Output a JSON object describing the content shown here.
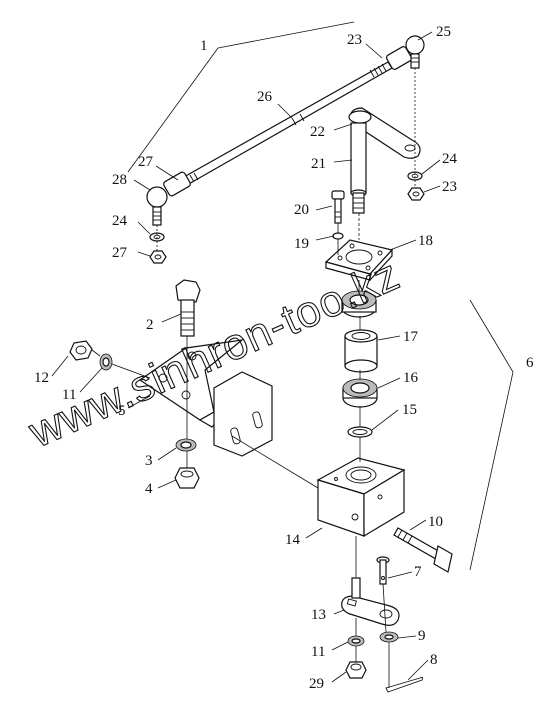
{
  "watermark": "www.sinhron-too.kz",
  "callouts": [
    {
      "id": "c1",
      "label": "1"
    },
    {
      "id": "c23a",
      "label": "23"
    },
    {
      "id": "c25",
      "label": "25"
    },
    {
      "id": "c26",
      "label": "26"
    },
    {
      "id": "c22",
      "label": "22"
    },
    {
      "id": "c27a",
      "label": "27"
    },
    {
      "id": "c28",
      "label": "28"
    },
    {
      "id": "c21",
      "label": "21"
    },
    {
      "id": "c24a",
      "label": "24"
    },
    {
      "id": "c23b",
      "label": "23"
    },
    {
      "id": "c20",
      "label": "20"
    },
    {
      "id": "c24b",
      "label": "24"
    },
    {
      "id": "c19",
      "label": "19"
    },
    {
      "id": "c18",
      "label": "18"
    },
    {
      "id": "c27b",
      "label": "27"
    },
    {
      "id": "c2",
      "label": "2"
    },
    {
      "id": "c17",
      "label": "17"
    },
    {
      "id": "c6",
      "label": "6"
    },
    {
      "id": "c12",
      "label": "12"
    },
    {
      "id": "c16",
      "label": "16"
    },
    {
      "id": "c11a",
      "label": "11"
    },
    {
      "id": "c5",
      "label": "5"
    },
    {
      "id": "c15",
      "label": "15"
    },
    {
      "id": "c3",
      "label": "3"
    },
    {
      "id": "c4",
      "label": "4"
    },
    {
      "id": "c10",
      "label": "10"
    },
    {
      "id": "c14",
      "label": "14"
    },
    {
      "id": "c7",
      "label": "7"
    },
    {
      "id": "c13",
      "label": "13"
    },
    {
      "id": "c9",
      "label": "9"
    },
    {
      "id": "c11b",
      "label": "11"
    },
    {
      "id": "c8",
      "label": "8"
    },
    {
      "id": "c29",
      "label": "29"
    }
  ]
}
